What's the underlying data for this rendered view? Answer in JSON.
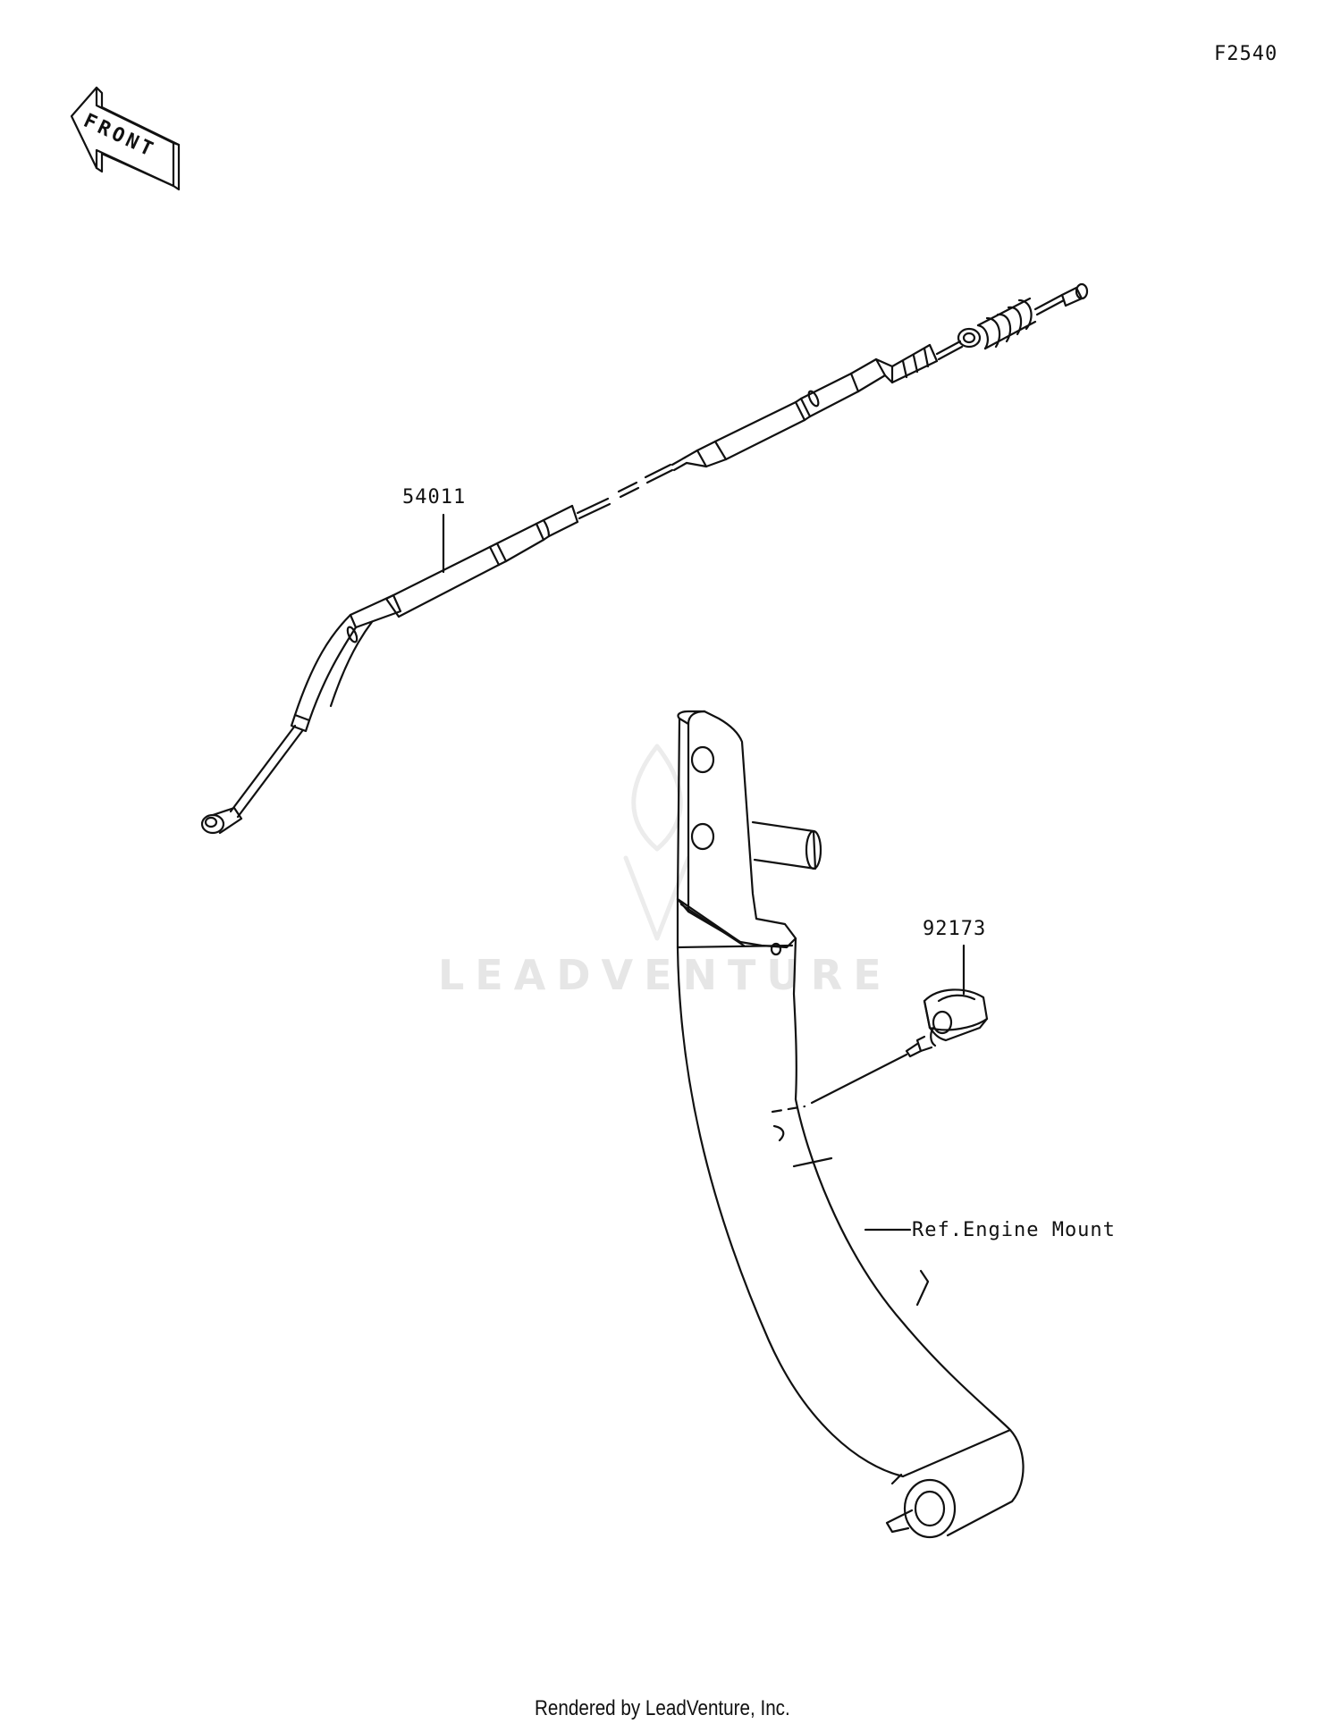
{
  "figure_code": "F2540",
  "front_arrow": {
    "text": "FRONT",
    "icon": "front-direction-arrow-icon"
  },
  "callouts": [
    {
      "id": "clutch-cable",
      "part_number": "54011"
    },
    {
      "id": "clamp",
      "part_number": "92173"
    },
    {
      "id": "reference",
      "text": "Ref.Engine Mount"
    }
  ],
  "watermark": {
    "text": "LEADVENTURE",
    "color": "#e6e6e6"
  },
  "footer": {
    "text": "Rendered by LeadVenture, Inc."
  },
  "colors": {
    "line": "#111111",
    "background": "#ffffff"
  }
}
